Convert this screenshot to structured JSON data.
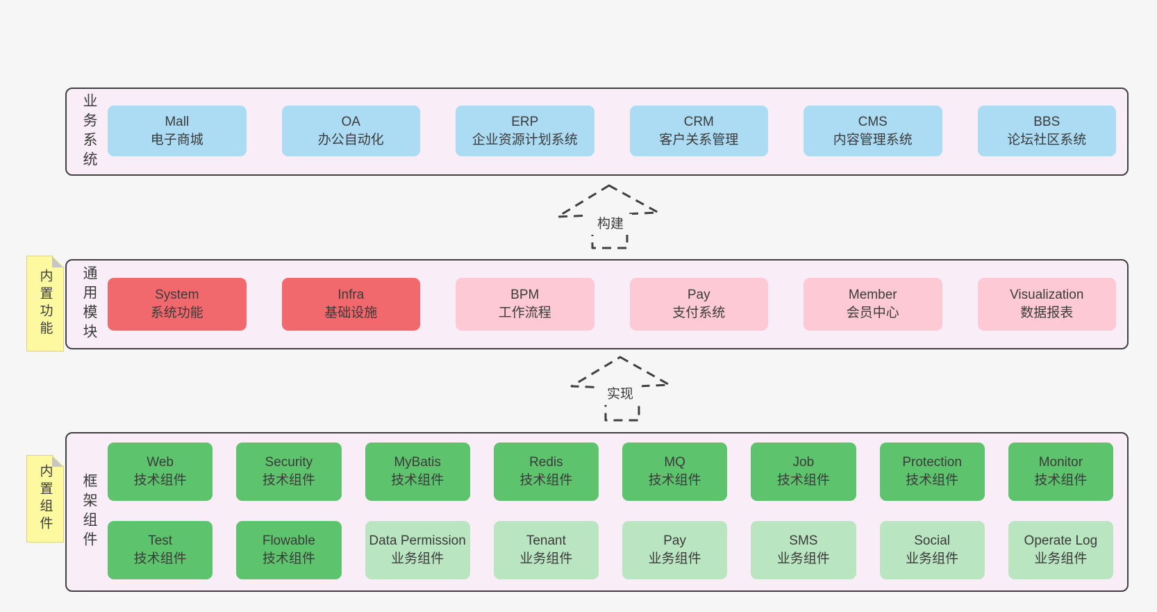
{
  "colors": {
    "page_background": "#f7f6f6",
    "panel_fill": "#f9edf7",
    "panel_border": "#404040",
    "node_blue": "#abdcf4",
    "node_red": "#f1696c",
    "node_pink": "#fcc9d5",
    "node_green_dark": "#5dc36d",
    "node_green_light": "#bae5c1",
    "sticky_yellow": "#fcf9a1",
    "sticky_fold_gray": "#c6c6c6",
    "text": "#3b3b3b"
  },
  "arrows": {
    "build_label": "构建",
    "implement_label": "实现"
  },
  "layers": {
    "business": {
      "label": "业务系统",
      "boxes": [
        {
          "title": "Mall",
          "subtitle": "电子商城",
          "variant": "blue"
        },
        {
          "title": "OA",
          "subtitle": "办公自动化",
          "variant": "blue"
        },
        {
          "title": "ERP",
          "subtitle": "企业资源计划系统",
          "variant": "blue"
        },
        {
          "title": "CRM",
          "subtitle": "客户关系管理",
          "variant": "blue"
        },
        {
          "title": "CMS",
          "subtitle": "内容管理系统",
          "variant": "blue"
        },
        {
          "title": "BBS",
          "subtitle": "论坛社区系统",
          "variant": "blue"
        }
      ]
    },
    "modules": {
      "label": "通用模块",
      "sticky": "内置功能",
      "boxes": [
        {
          "title": "System",
          "subtitle": "系统功能",
          "variant": "red"
        },
        {
          "title": "Infra",
          "subtitle": "基础设施",
          "variant": "red"
        },
        {
          "title": "BPM",
          "subtitle": "工作流程",
          "variant": "pink"
        },
        {
          "title": "Pay",
          "subtitle": "支付系统",
          "variant": "pink"
        },
        {
          "title": "Member",
          "subtitle": "会员中心",
          "variant": "pink"
        },
        {
          "title": "Visualization",
          "subtitle": "数据报表",
          "variant": "pink"
        }
      ]
    },
    "components": {
      "label": "框架组件",
      "sticky": "内置组件",
      "row1": [
        {
          "title": "Web",
          "subtitle": "技术组件",
          "variant": "green-dark"
        },
        {
          "title": "Security",
          "subtitle": "技术组件",
          "variant": "green-dark"
        },
        {
          "title": "MyBatis",
          "subtitle": "技术组件",
          "variant": "green-dark"
        },
        {
          "title": "Redis",
          "subtitle": "技术组件",
          "variant": "green-dark"
        },
        {
          "title": "MQ",
          "subtitle": "技术组件",
          "variant": "green-dark"
        },
        {
          "title": "Job",
          "subtitle": "技术组件",
          "variant": "green-dark"
        },
        {
          "title": "Protection",
          "subtitle": "技术组件",
          "variant": "green-dark"
        },
        {
          "title": "Monitor",
          "subtitle": "技术组件",
          "variant": "green-dark"
        }
      ],
      "row2": [
        {
          "title": "Test",
          "subtitle": "技术组件",
          "variant": "green-dark"
        },
        {
          "title": "Flowable",
          "subtitle": "技术组件",
          "variant": "green-dark"
        },
        {
          "title": "Data Permission",
          "subtitle": "业务组件",
          "variant": "green-light"
        },
        {
          "title": "Tenant",
          "subtitle": "业务组件",
          "variant": "green-light"
        },
        {
          "title": "Pay",
          "subtitle": "业务组件",
          "variant": "green-light"
        },
        {
          "title": "SMS",
          "subtitle": "业务组件",
          "variant": "green-light"
        },
        {
          "title": "Social",
          "subtitle": "业务组件",
          "variant": "green-light"
        },
        {
          "title": "Operate Log",
          "subtitle": "业务组件",
          "variant": "green-light"
        }
      ]
    }
  }
}
